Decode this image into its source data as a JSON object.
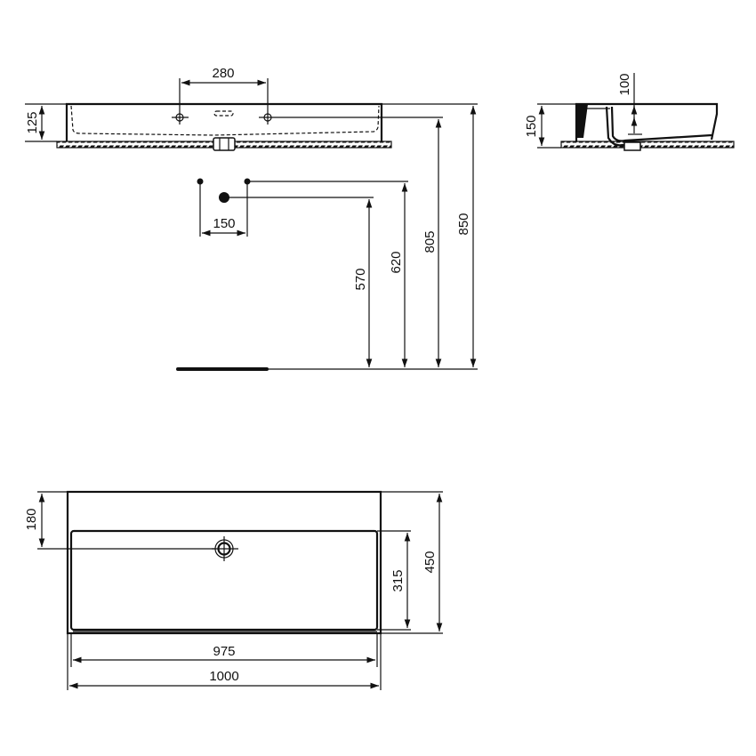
{
  "drawing": {
    "colors": {
      "line": "#111111",
      "background": "#ffffff"
    },
    "front_view": {
      "dims": {
        "tap_hole_spacing": "280",
        "basin_height": "125"
      }
    },
    "side_view": {
      "dims": {
        "bowl_depth": "100",
        "total_height": "150"
      }
    },
    "installation": {
      "dims": {
        "supply_spacing": "150",
        "waste_height": "570",
        "supply_height": "620",
        "top_of_basin_inner": "805",
        "top_of_basin": "850"
      }
    },
    "plan_view": {
      "dims": {
        "tap_hole_from_back": "180",
        "inner_depth": "315",
        "overall_depth": "450",
        "inner_width": "975",
        "overall_width": "1000"
      }
    }
  }
}
